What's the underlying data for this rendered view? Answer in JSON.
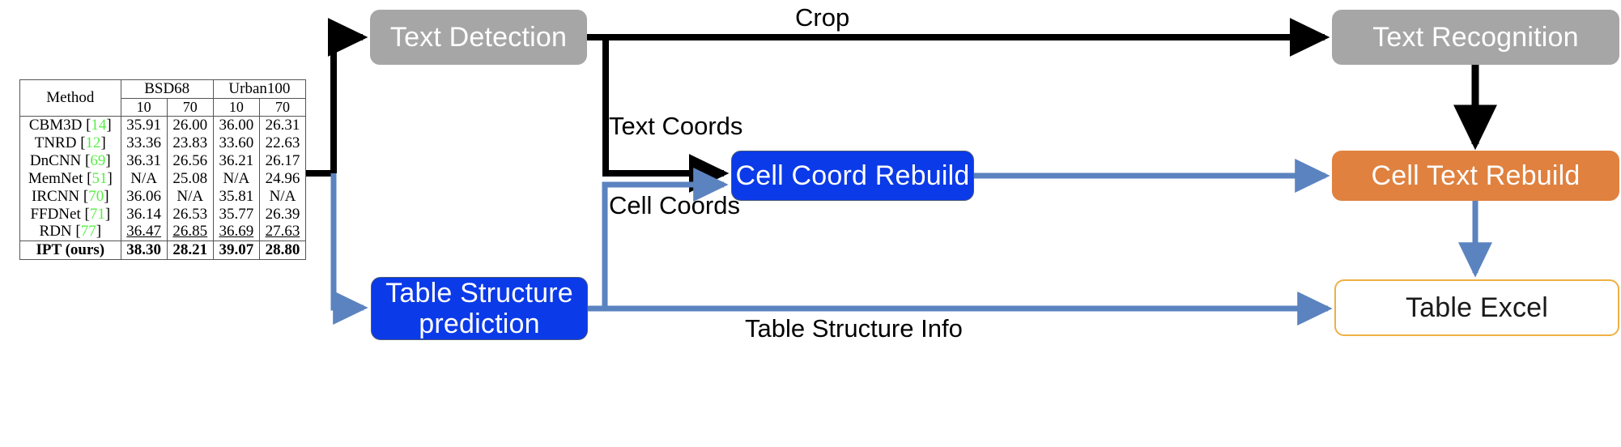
{
  "diagram": {
    "nodes": [
      {
        "id": "text-detection",
        "label": "Text Detection",
        "style": "gray",
        "color": "#a6a6a6"
      },
      {
        "id": "text-recognition",
        "label": "Text Recognition",
        "style": "gray",
        "color": "#a6a6a6"
      },
      {
        "id": "cell-coord-rebuild",
        "label": "Cell Coord Rebuild",
        "style": "blue",
        "color": "#0b3ae8"
      },
      {
        "id": "cell-text-rebuild",
        "label": "Cell Text Rebuild",
        "style": "orange",
        "color": "#e0813f"
      },
      {
        "id": "table-structure-prediction",
        "label_line1": "Table Structure",
        "label_line2": "prediction",
        "style": "blue",
        "color": "#0b3ae8"
      },
      {
        "id": "table-excel",
        "label": "Table Excel",
        "style": "outline-gold",
        "color": "#efb042"
      }
    ],
    "edge_labels": {
      "crop": "Crop",
      "text_coords": "Text Coords",
      "cell_coords": "Cell Coords",
      "table_structure_info": "Table Structure Info"
    },
    "colors": {
      "black_edge": "#000000",
      "blue_edge": "#5b83c0",
      "gold_border": "#efb042",
      "reference_green": "#56f045"
    }
  },
  "results_table": {
    "col_method": "Method",
    "groups": [
      {
        "name": "BSD68",
        "subcols": [
          "10",
          "70"
        ]
      },
      {
        "name": "Urban100",
        "subcols": [
          "10",
          "70"
        ]
      }
    ],
    "rows": [
      {
        "method": "CBM3D",
        "ref": "14",
        "values": [
          "35.91",
          "26.00",
          "36.00",
          "26.31"
        ],
        "underline": false,
        "bold": false
      },
      {
        "method": "TNRD",
        "ref": "12",
        "values": [
          "33.36",
          "23.83",
          "33.60",
          "22.63"
        ],
        "underline": false,
        "bold": false
      },
      {
        "method": "DnCNN",
        "ref": "69",
        "values": [
          "36.31",
          "26.56",
          "36.21",
          "26.17"
        ],
        "underline": false,
        "bold": false
      },
      {
        "method": "MemNet",
        "ref": "51",
        "values": [
          "N/A",
          "25.08",
          "N/A",
          "24.96"
        ],
        "underline": false,
        "bold": false
      },
      {
        "method": "IRCNN",
        "ref": "70",
        "values": [
          "36.06",
          "N/A",
          "35.81",
          "N/A"
        ],
        "underline": false,
        "bold": false
      },
      {
        "method": "FFDNet",
        "ref": "71",
        "values": [
          "36.14",
          "26.53",
          "35.77",
          "26.39"
        ],
        "underline": false,
        "bold": false
      },
      {
        "method": "RDN",
        "ref": "77",
        "values": [
          "36.47",
          "26.85",
          "36.69",
          "27.63"
        ],
        "underline": true,
        "bold": false
      },
      {
        "method": "IPT (ours)",
        "ref": "",
        "values": [
          "38.30",
          "28.21",
          "39.07",
          "28.80"
        ],
        "underline": false,
        "bold": true
      }
    ]
  }
}
